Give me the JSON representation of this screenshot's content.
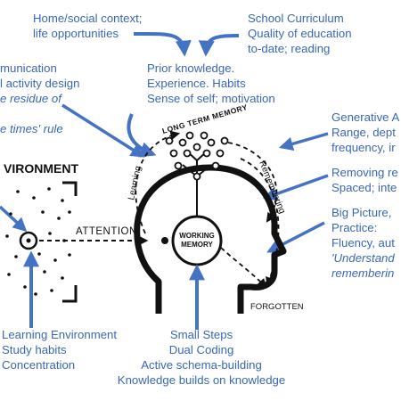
{
  "top_left": {
    "line1": "Home/social context;",
    "line2": "life opportunities"
  },
  "top_right": {
    "line1": "School Curriculum",
    "line2": "Quality of education",
    "line3": "to-date; reading"
  },
  "prior": {
    "line1": "Prior knowledge.",
    "line2": "Experience. Habits",
    "line3": "Sense of self; motivation"
  },
  "left_mid": {
    "line1": "munication",
    "line2": "l activity design",
    "line3": "e residue of",
    "line4": "e times' rule"
  },
  "right_block": {
    "line1": "Generative A",
    "line2": "Range, dept",
    "line3": "frequency, ir",
    "line4": "Removing re",
    "line5": "Spaced; inte",
    "line6": "Big Picture,",
    "line7": "Practice:",
    "line8": "Fluency, aut",
    "line9": "'Understand",
    "line10": "rememberin"
  },
  "diagram": {
    "environment": "VIRONMENT",
    "long_term_memory": "LONG TERM MEMORY",
    "learning": "Learning",
    "remembering": "Remembering",
    "attention": "ATTENTION",
    "working_memory_1": "WORKING",
    "working_memory_2": "MEMORY",
    "forgotten": "FORGOTTEN"
  },
  "bottom_left": {
    "line1": "Learning Environment",
    "line2": "Study habits",
    "line3": "Concentration"
  },
  "bottom_center": {
    "line1": "Small Steps",
    "line2": "Dual Coding",
    "line3": "Active schema-building",
    "line4": "Knowledge builds on knowledge"
  },
  "colors": {
    "text": "#3a67b5",
    "arrow": "#4472c4",
    "diagram": "#111111"
  }
}
